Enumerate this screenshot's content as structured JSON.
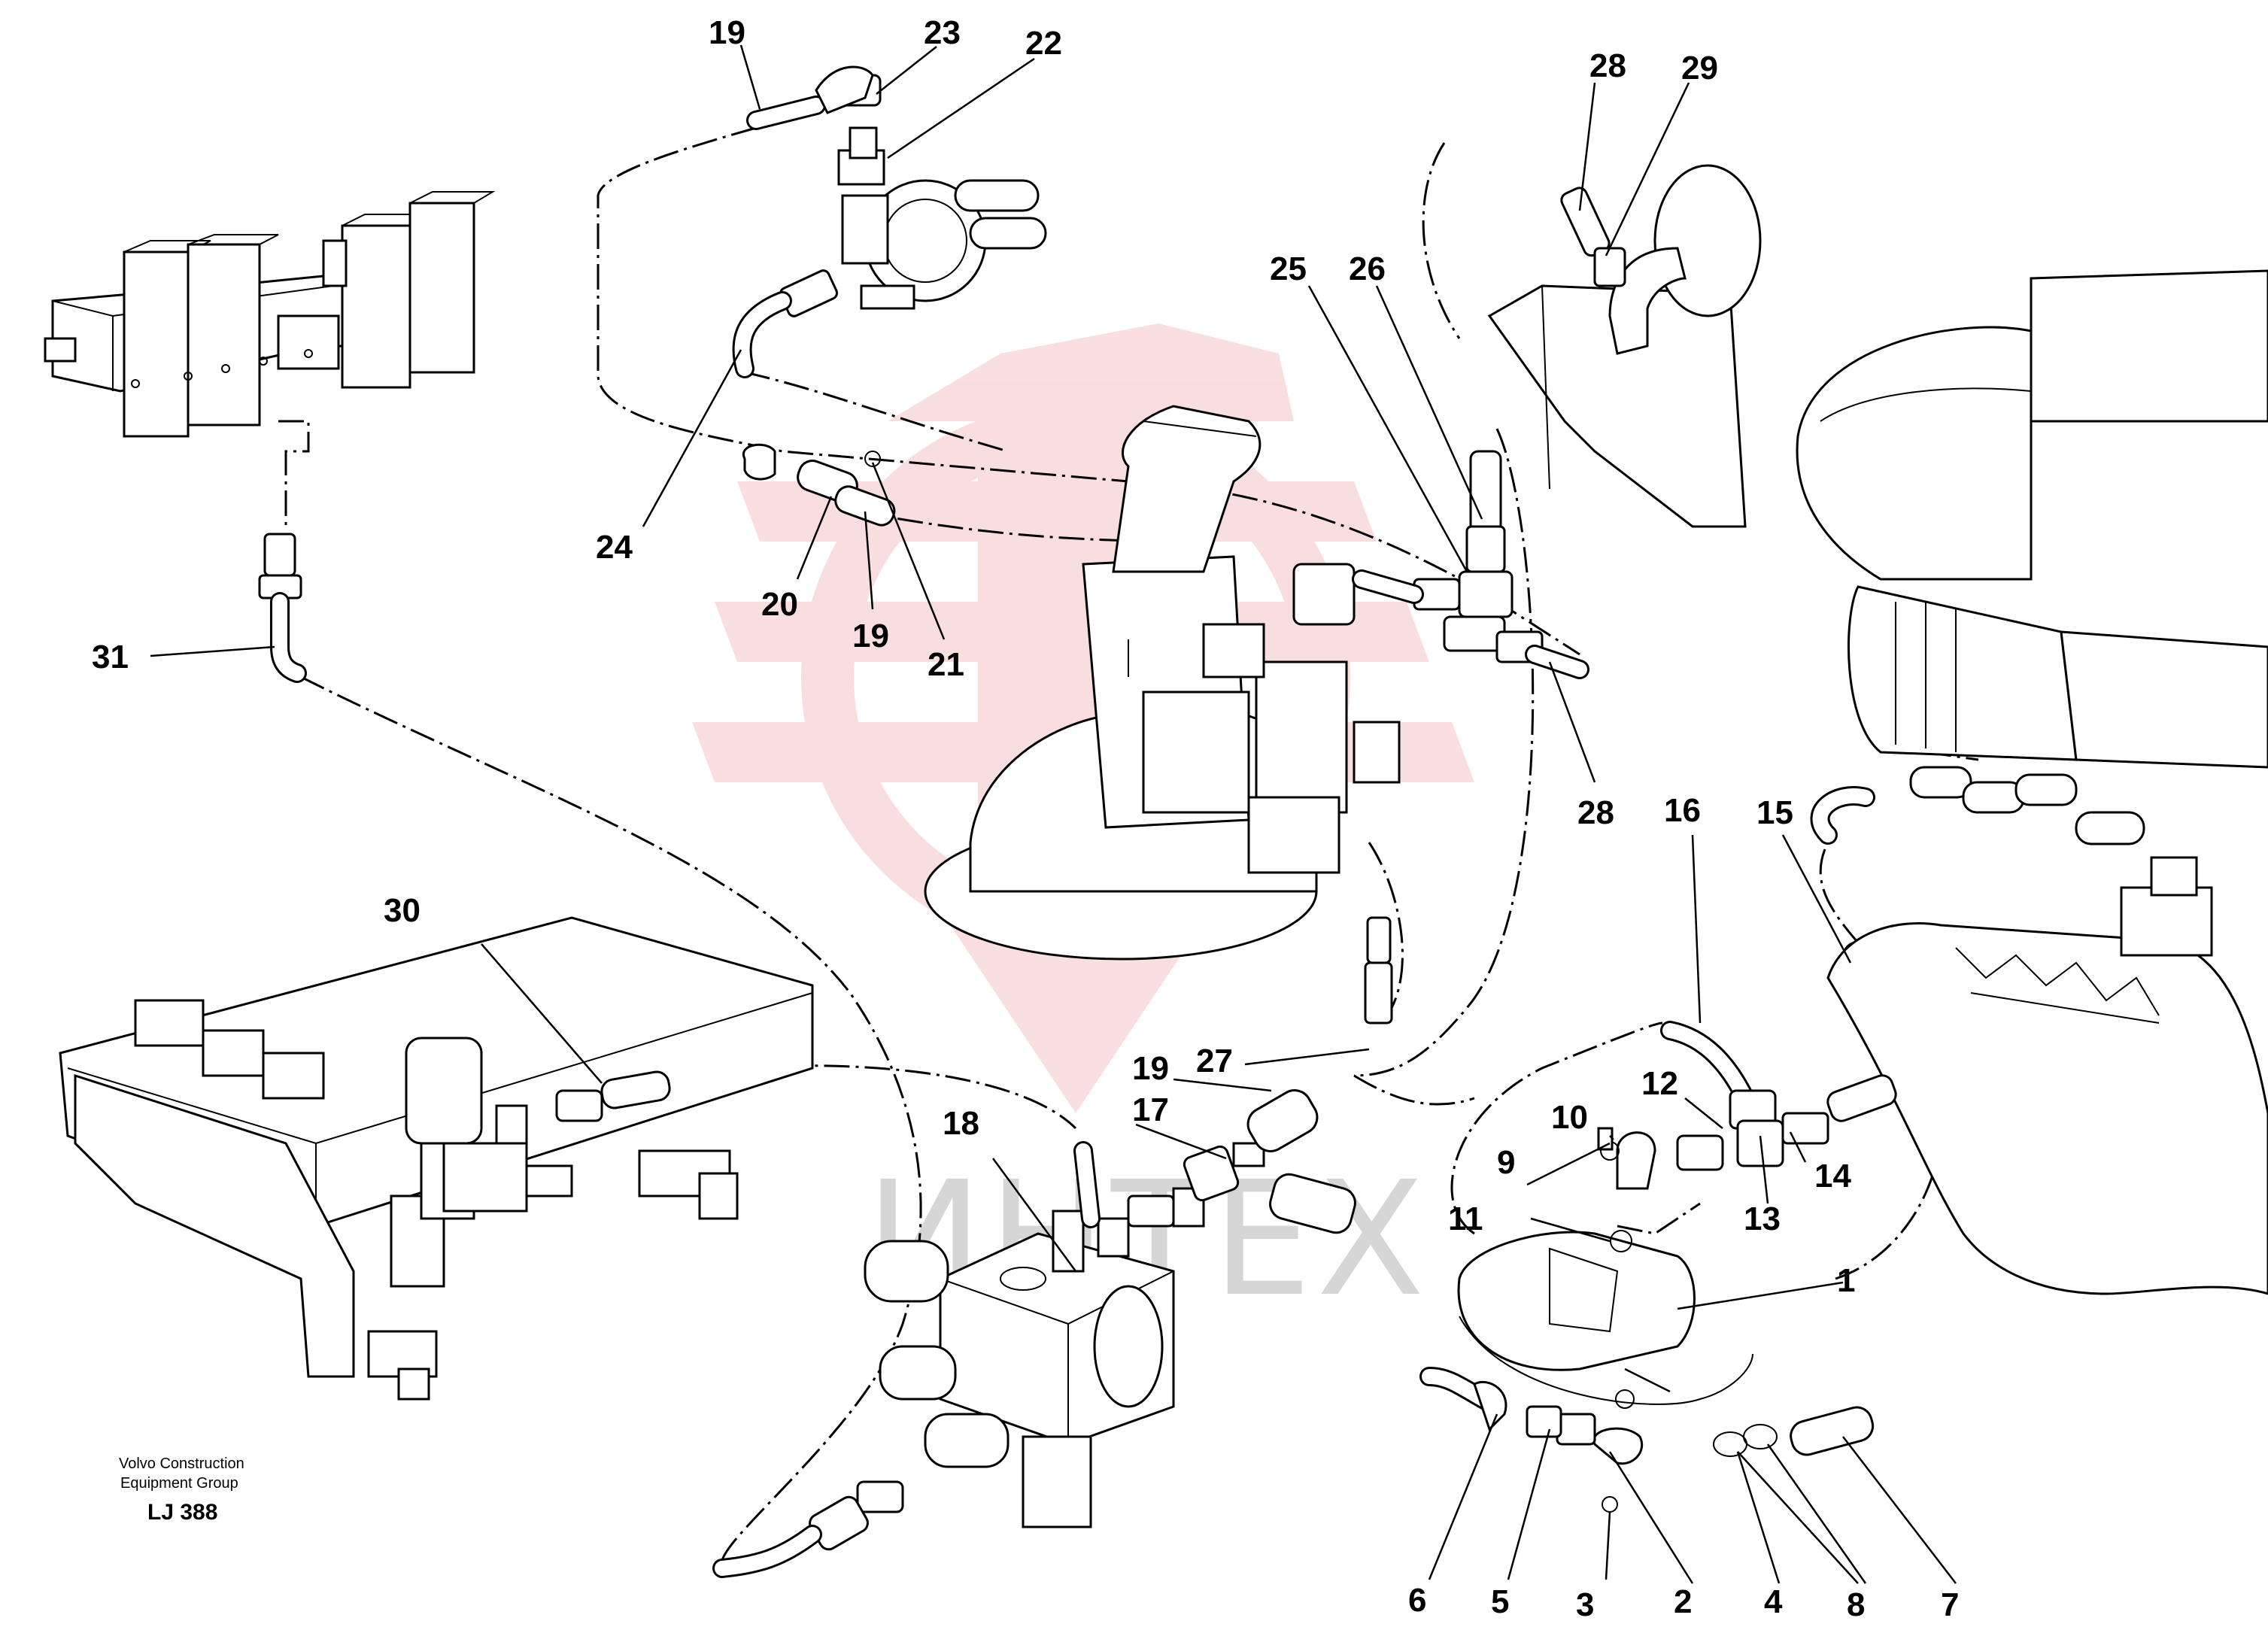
{
  "watermark": {
    "text": "ИНТЕХ",
    "color": "#f4c4c4"
  },
  "credit": {
    "line1": "Volvo Construction",
    "line2": "Equipment Group"
  },
  "drawing_code": "LJ 388",
  "callouts": [
    {
      "id": "c1",
      "label": "1"
    },
    {
      "id": "c2",
      "label": "2"
    },
    {
      "id": "c3",
      "label": "3"
    },
    {
      "id": "c4",
      "label": "4"
    },
    {
      "id": "c5",
      "label": "5"
    },
    {
      "id": "c6",
      "label": "6"
    },
    {
      "id": "c7",
      "label": "7"
    },
    {
      "id": "c8",
      "label": "8"
    },
    {
      "id": "c9",
      "label": "9"
    },
    {
      "id": "c10",
      "label": "10"
    },
    {
      "id": "c11",
      "label": "11"
    },
    {
      "id": "c12",
      "label": "12"
    },
    {
      "id": "c13",
      "label": "13"
    },
    {
      "id": "c14",
      "label": "14"
    },
    {
      "id": "c15",
      "label": "15"
    },
    {
      "id": "c16",
      "label": "16"
    },
    {
      "id": "c17",
      "label": "17"
    },
    {
      "id": "c18",
      "label": "18"
    },
    {
      "id": "c19a",
      "label": "19"
    },
    {
      "id": "c19b",
      "label": "19"
    },
    {
      "id": "c19c",
      "label": "19"
    },
    {
      "id": "c20",
      "label": "20"
    },
    {
      "id": "c21",
      "label": "21"
    },
    {
      "id": "c22",
      "label": "22"
    },
    {
      "id": "c23",
      "label": "23"
    },
    {
      "id": "c24",
      "label": "24"
    },
    {
      "id": "c25",
      "label": "25"
    },
    {
      "id": "c26",
      "label": "26"
    },
    {
      "id": "c27",
      "label": "27"
    },
    {
      "id": "c28a",
      "label": "28"
    },
    {
      "id": "c28b",
      "label": "28"
    },
    {
      "id": "c29",
      "label": "29"
    },
    {
      "id": "c30",
      "label": "30"
    },
    {
      "id": "c31",
      "label": "31"
    }
  ]
}
